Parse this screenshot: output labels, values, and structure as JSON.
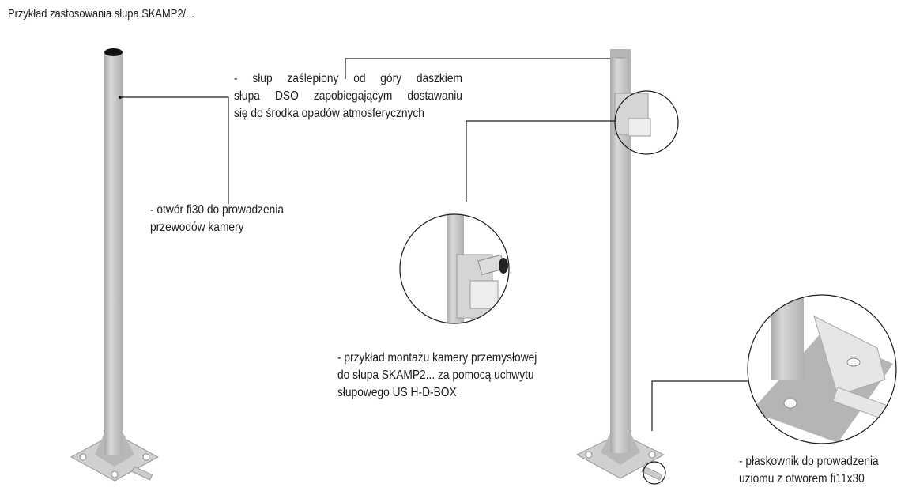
{
  "title": "Przykład zastosowania słupa SKAMP2/...",
  "callouts": {
    "hole": [
      "- otwór fi30 do prowadzenia",
      "przewodów kamery"
    ],
    "cap": [
      "- słup zaślepiony od góry daszkiem",
      "słupa DSO zapobiegającym dostawaniu",
      "się do środka opadów atmosferycznych"
    ],
    "camera": [
      "- przykład montażu kamery przemysłowej",
      "do słupa SKAMP2... za pomocą uchwytu",
      "słupowego US H-D-BOX"
    ],
    "ground": [
      "- płaskownik do prowadzenia",
      "uziomu z otworem fi11x30"
    ]
  },
  "colors": {
    "pole": "#c8c8c8",
    "line": "#1a1a1a"
  }
}
